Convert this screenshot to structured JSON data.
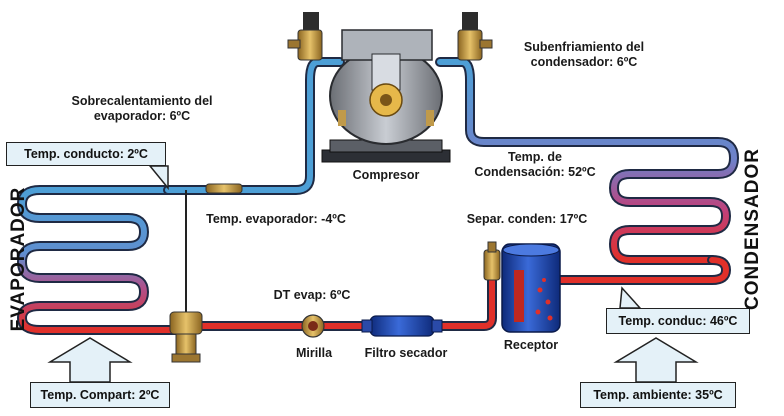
{
  "labels": {
    "superheat_title": "Sobrecalentamiento del",
    "superheat_value": "evaporador: 6ºC",
    "subcool_title": "Subenfriamiento del",
    "subcool_value": "condensador: 6ºC",
    "compressor": "Compresor",
    "cond_temp_title": "Temp. de",
    "cond_temp_value": "Condensación: 52ºC",
    "evap_temp": "Temp. evaporador: -4ºC",
    "sep_cond": "Separ. conden: 17ºC",
    "dt_evap": "DT evap: 6ºC",
    "sight_glass": "Mirilla",
    "filter_drier": "Filtro secador",
    "receiver": "Receptor"
  },
  "callouts": {
    "pipe_temp": "Temp. conducto: 2ºC",
    "compart_temp": "Temp. Compart: 2ºC",
    "cond_pipe_temp": "Temp. conduc: 46ºC",
    "ambient_temp": "Temp. ambiente: 35ºC"
  },
  "titles": {
    "evaporator": "EVAPORADOR",
    "condenser": "CONDENSADOR"
  },
  "colors": {
    "cold_line": "#4d9fd6",
    "hot_line": "#e0302a",
    "pipe_outline": "#1f2a44",
    "callout_fill": "#e4f1f8",
    "brass": "#c9a04a"
  }
}
